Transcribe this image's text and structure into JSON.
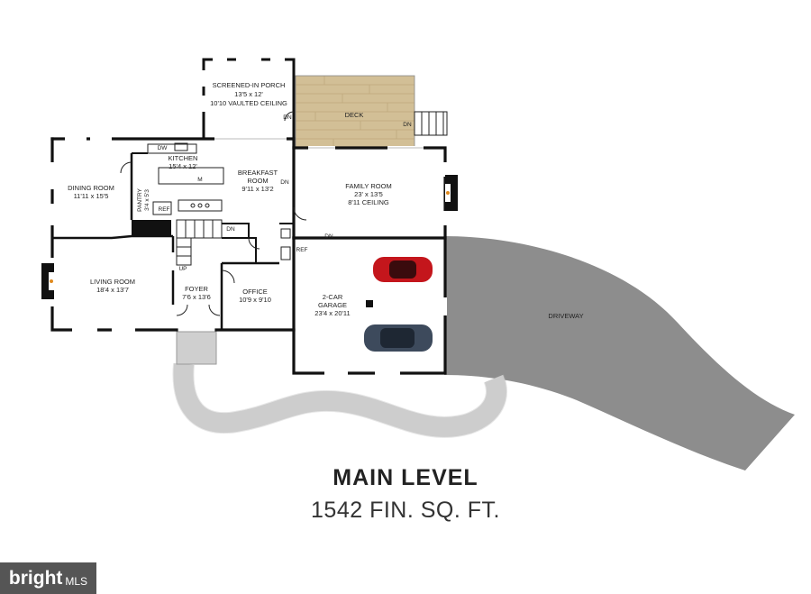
{
  "title": "MAIN LEVEL",
  "subtitle": "1542 FIN. SQ. FT.",
  "badge": {
    "brand": "bright",
    "suffix": "MLS"
  },
  "rooms": {
    "porch": {
      "name": "SCREENED-IN PORCH",
      "size": "13'5 x 12'",
      "note": "10'10 VAULTED CEILING"
    },
    "deck": {
      "name": "DECK"
    },
    "kitchen": {
      "name": "KITCHEN",
      "size": "15'4 x 12'"
    },
    "breakfast": {
      "name1": "BREAKFAST",
      "name2": "ROOM",
      "size": "9'11 x 13'2"
    },
    "family": {
      "name": "FAMILY ROOM",
      "size": "23' x 13'5",
      "note": "8'11 CEILING"
    },
    "dining": {
      "name": "DINING ROOM",
      "size": "11'11 x 15'5"
    },
    "pantry": {
      "name": "PANTRY",
      "size": "3'4 x 5'3"
    },
    "living": {
      "name": "LIVING ROOM",
      "size": "18'4 x 13'7"
    },
    "foyer": {
      "name": "FOYER",
      "size": "7'6 x 13'6"
    },
    "office": {
      "name": "OFFICE",
      "size": "10'9 x 9'10"
    },
    "garage": {
      "name1": "2-CAR",
      "name2": "GARAGE",
      "size": "23'4 x 20'11"
    },
    "driveway": {
      "name": "DRIVEWAY"
    }
  },
  "tags": {
    "dn": "DN",
    "up": "UP",
    "dw": "DW",
    "ref": "REF",
    "m": "M"
  },
  "colors": {
    "wall": "#111111",
    "driveway": "#8d8d8d",
    "path": "#d7d7d7",
    "deck": "#d2bf96",
    "red_car": "#c4161c",
    "blue_car": "#3d4a5c"
  }
}
